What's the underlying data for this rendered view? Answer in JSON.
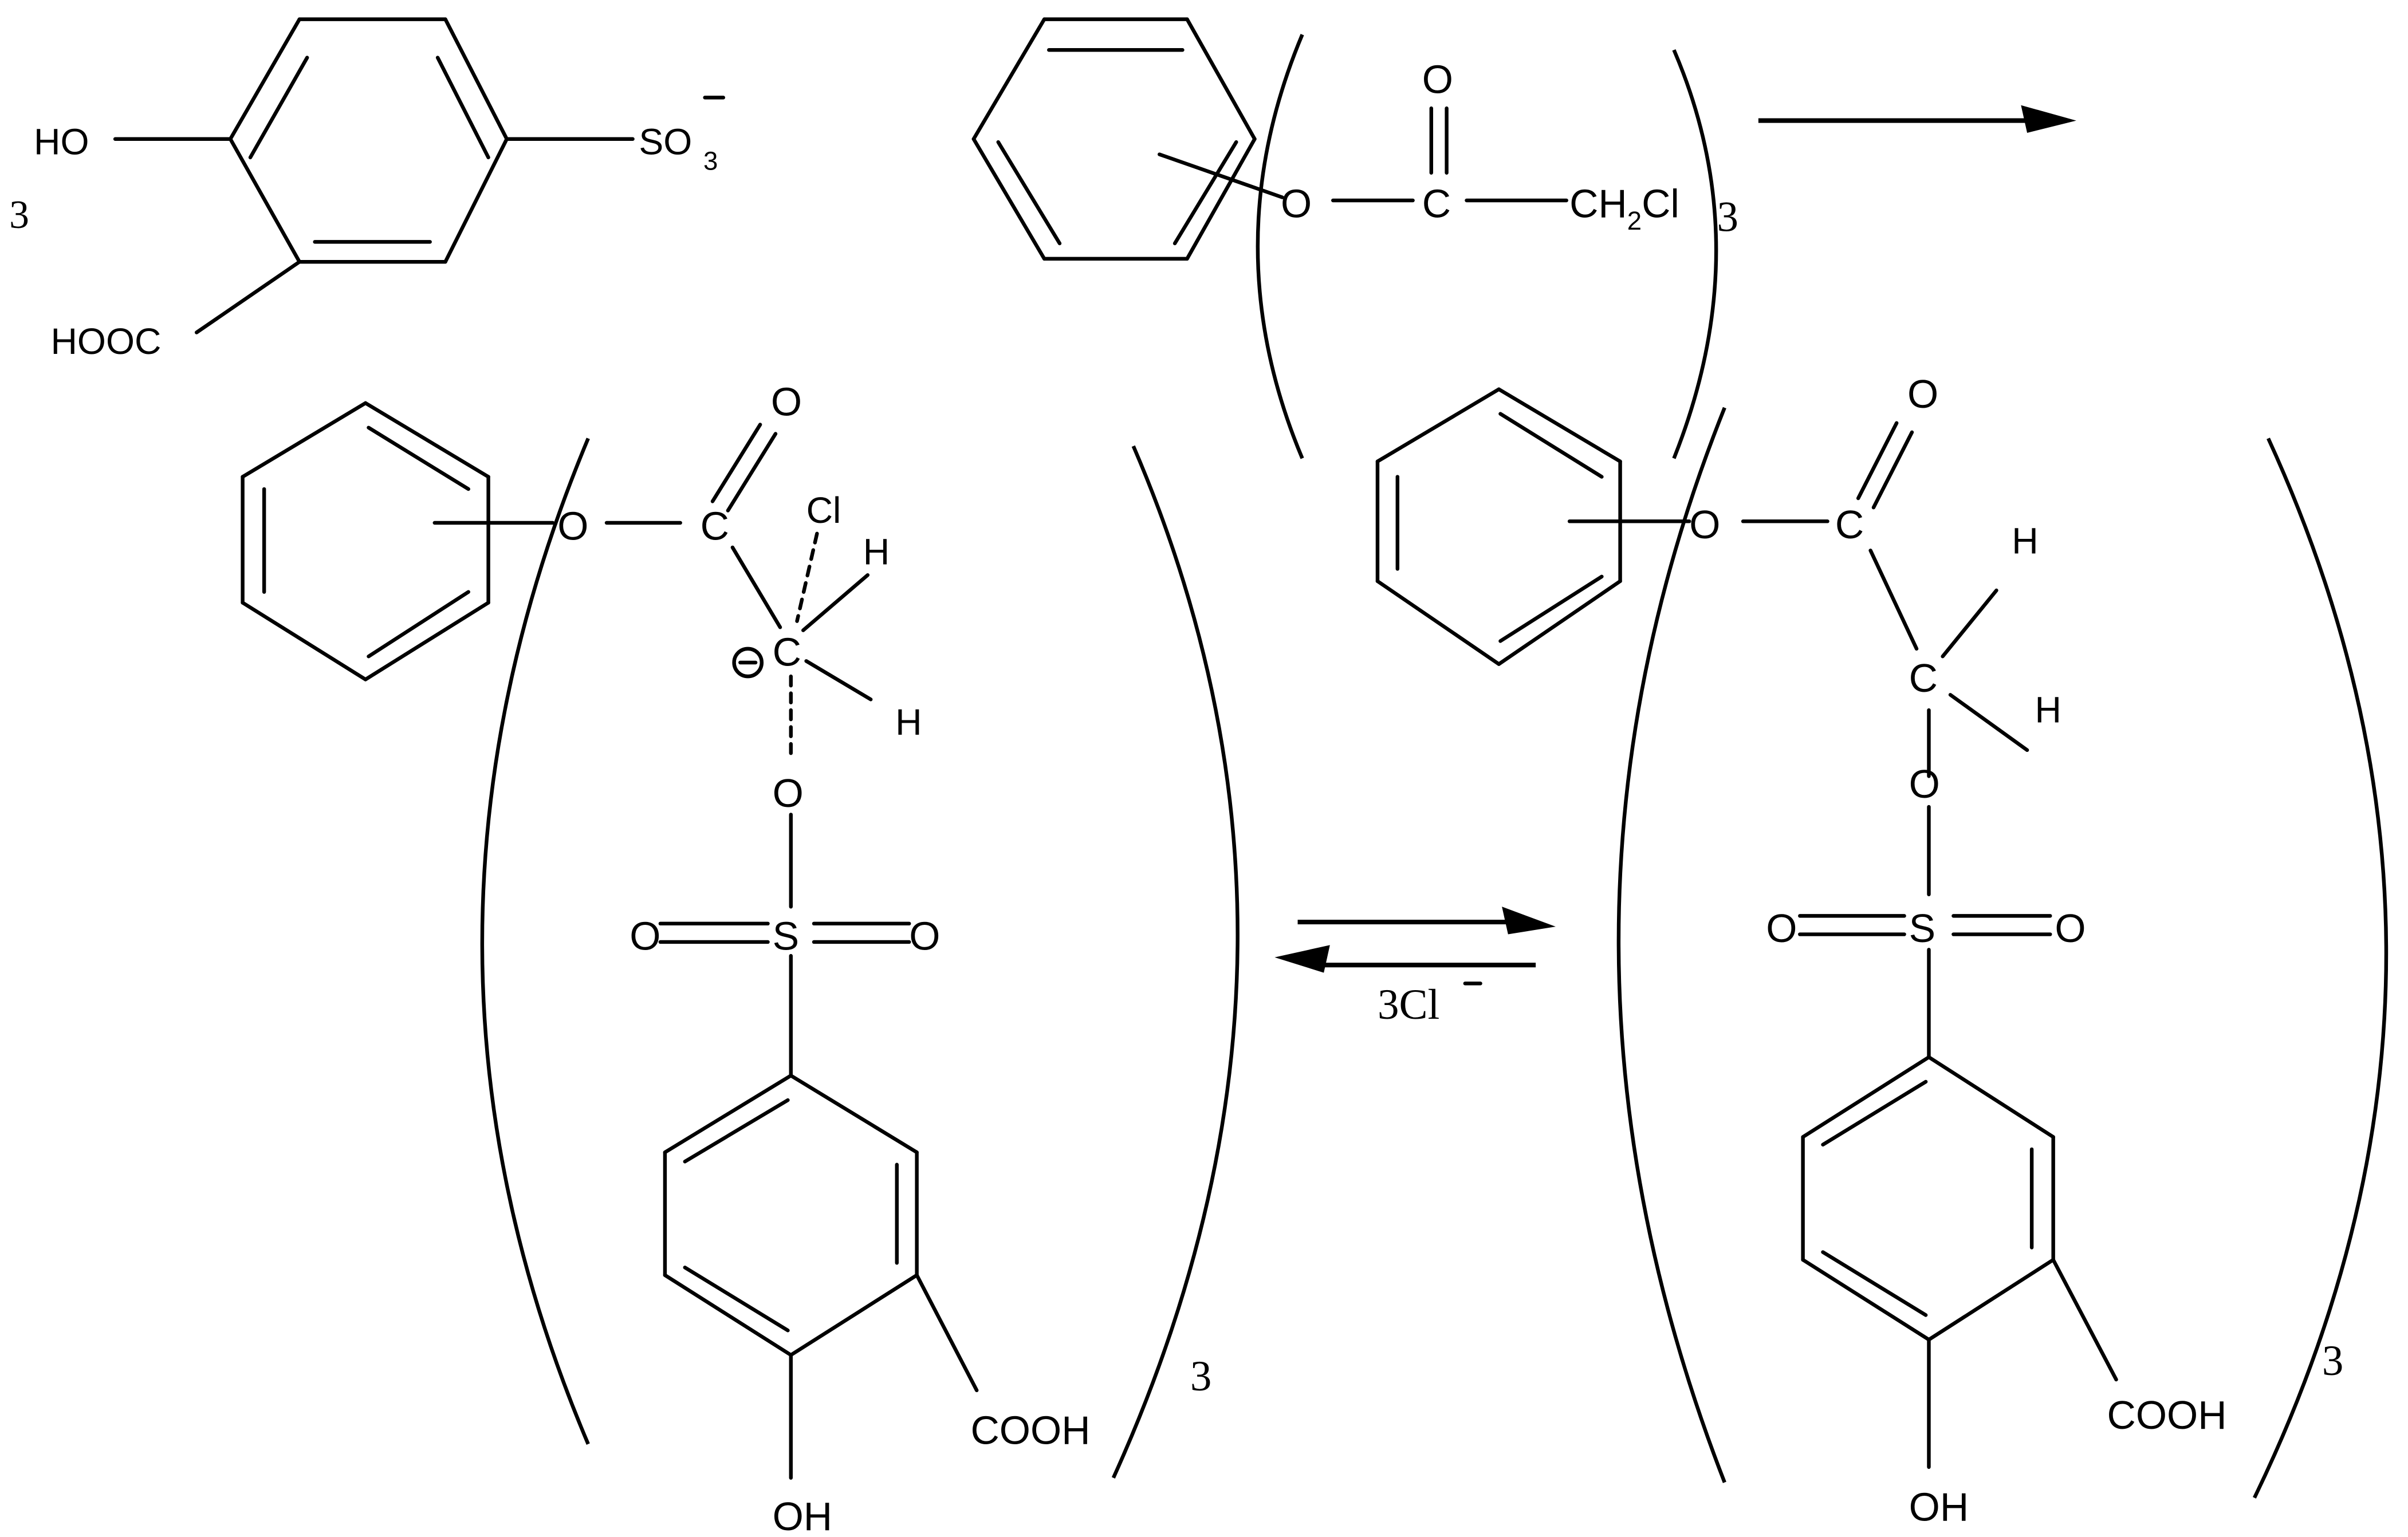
{
  "scheme": {
    "title": "Reaction of 5-sulfosalicylate anion with trichloroacetyl-substituted phenyl ester",
    "reactant1": {
      "coefficient": "3",
      "substituents": {
        "hydroxyl": "HO",
        "sulfonate": "SO",
        "sulfonate_sub": "3",
        "sulfonate_charge": "-",
        "carboxyl": "HOOC"
      }
    },
    "reactant2": {
      "ester_o": "O",
      "carbonyl_c": "C",
      "carbonyl_o": "O",
      "ch2cl_ch": "CH",
      "ch2cl_sub": "2",
      "ch2cl_cl": "Cl",
      "multiplier": "3"
    },
    "forward_arrow": "reaction-arrow",
    "intermediate": {
      "ester_o": "O",
      "carbonyl_c": "C",
      "carbonyl_o": "O",
      "leaving_group": "Cl",
      "h_top": "H",
      "h_bottom": "H",
      "central_c": "C",
      "charge": "⊖",
      "attacking_o": "O",
      "sulfur": "S",
      "sulfonyl_o_left": "O",
      "sulfonyl_o_right": "O",
      "carboxyl": "COOH",
      "hydroxyl": "OH",
      "multiplier": "3"
    },
    "equilibrium": {
      "byproduct": "3Cl",
      "byproduct_charge": "–"
    },
    "product": {
      "ester_o": "O",
      "carbonyl_c": "C",
      "carbonyl_o": "O",
      "h_top": "H",
      "h_bottom": "H",
      "central_c": "C",
      "ether_o": "O",
      "sulfur": "S",
      "sulfonyl_o_left": "O",
      "sulfonyl_o_right": "O",
      "carboxyl": "COOH",
      "hydroxyl": "OH",
      "multiplier": "3"
    }
  }
}
